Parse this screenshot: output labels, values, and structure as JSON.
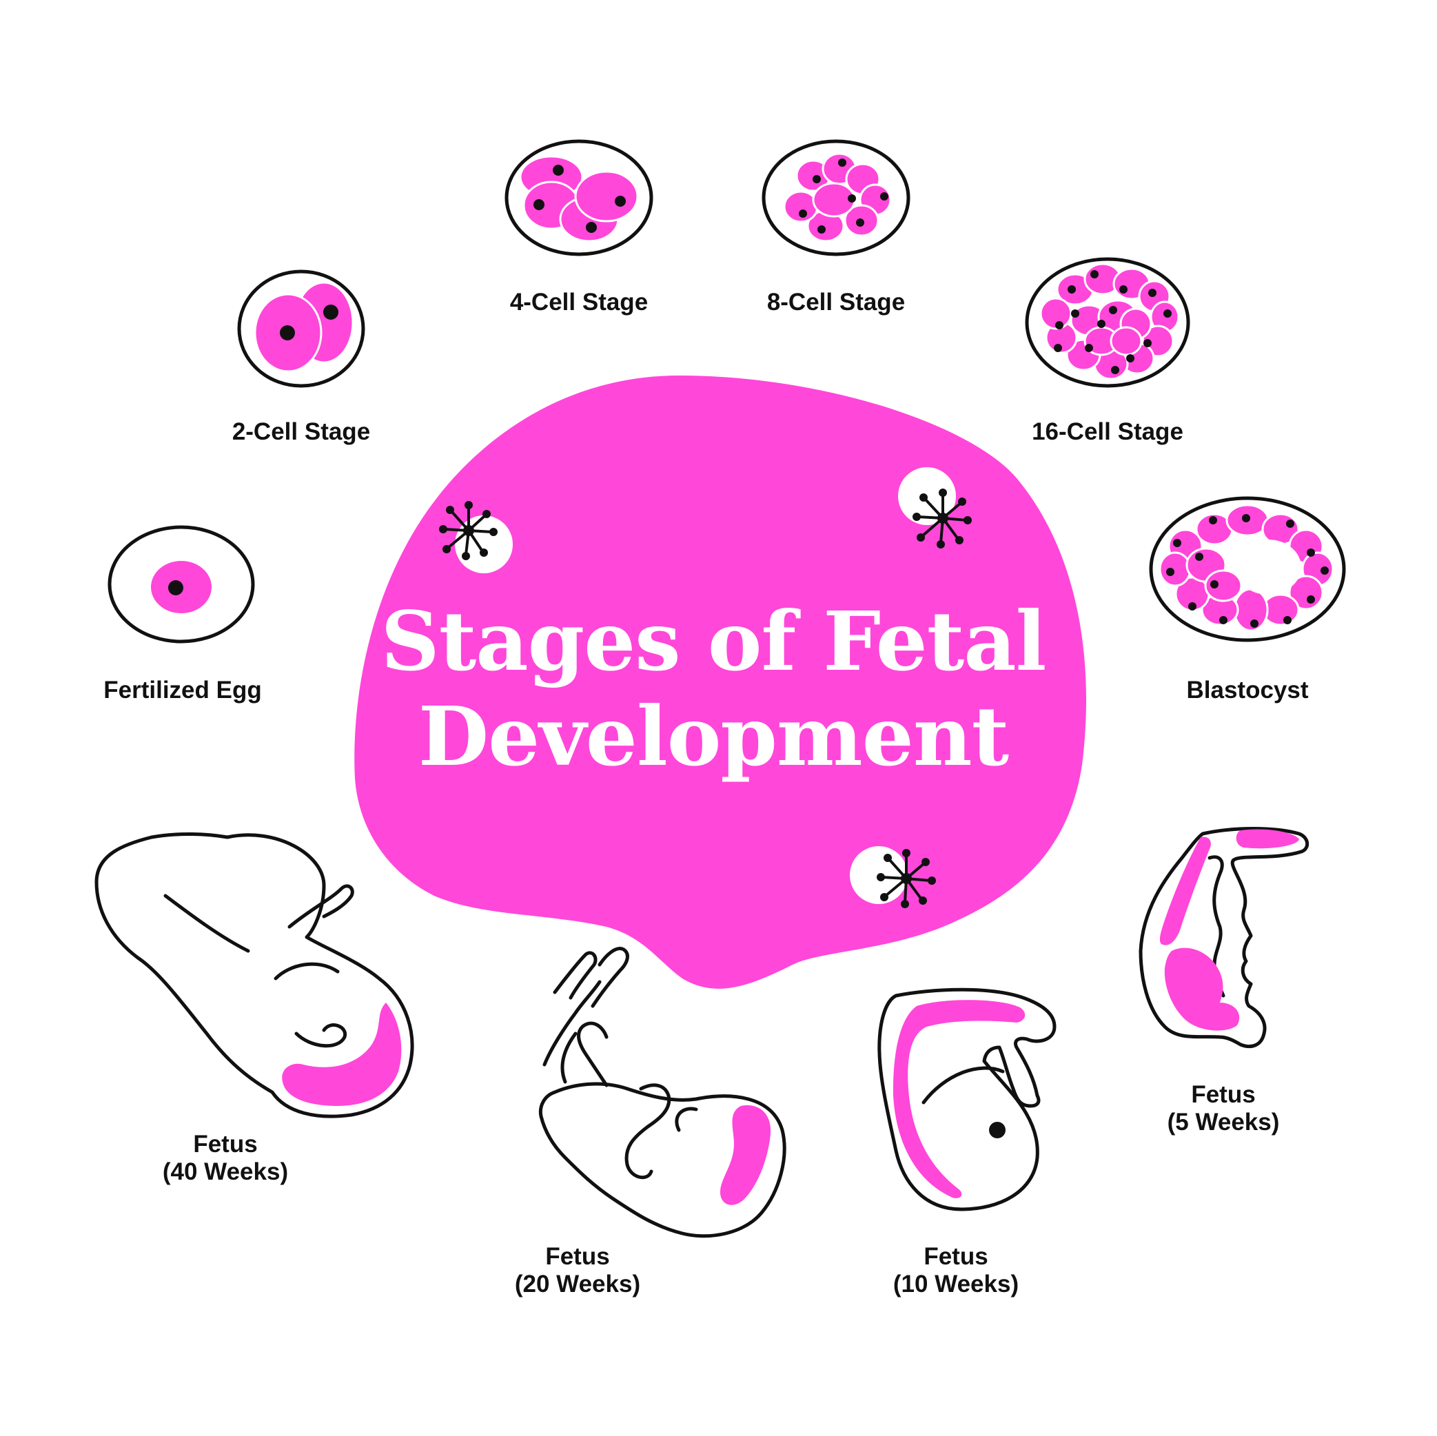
{
  "title": {
    "line1": "Stages of Fetal",
    "line2": "Development"
  },
  "colors": {
    "accent": "#ff47da",
    "ink": "#111111",
    "background": "#ffffff"
  },
  "stages": {
    "fertilized_egg": {
      "label": "Fertilized Egg",
      "icon": "fertilized-egg-icon"
    },
    "two_cell": {
      "label": "2-Cell Stage",
      "icon": "two-cell-icon"
    },
    "four_cell": {
      "label": "4-Cell Stage",
      "icon": "four-cell-icon"
    },
    "eight_cell": {
      "label": "8-Cell Stage",
      "icon": "eight-cell-icon"
    },
    "sixteen_cell": {
      "label": "16-Cell Stage",
      "icon": "sixteen-cell-icon"
    },
    "blastocyst": {
      "label": "Blastocyst",
      "icon": "blastocyst-icon"
    },
    "fetus_5": {
      "label1": "Fetus",
      "label2": "(5 Weeks)",
      "icon": "fetus-5-weeks-icon"
    },
    "fetus_10": {
      "label1": "Fetus",
      "label2": "(10 Weeks)",
      "icon": "fetus-10-weeks-icon"
    },
    "fetus_20": {
      "label1": "Fetus",
      "label2": "(20 Weeks)",
      "icon": "fetus-20-weeks-icon"
    },
    "fetus_40": {
      "label1": "Fetus",
      "label2": "(40 Weeks)",
      "icon": "fetus-40-weeks-icon"
    }
  }
}
